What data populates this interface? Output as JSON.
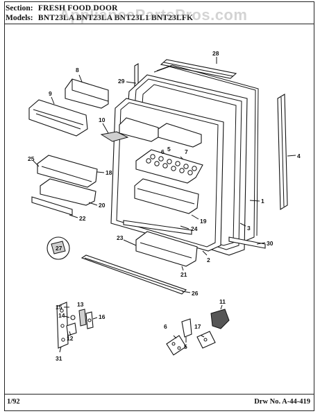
{
  "header": {
    "section_label": "Section:",
    "section_value": "FRESH FOOD DOOR",
    "models_label": "Models:",
    "models_value": "BNT23LA  BNT23LA  BNT23L1  BNT23LFK"
  },
  "watermark": "AppliancePartsPros.com",
  "footer": {
    "date": "1/92",
    "drawing_number": "Drw No. A-44-419"
  },
  "callouts": [
    "28",
    "29",
    "8",
    "9",
    "10",
    "7",
    "6",
    "5",
    "4",
    "25",
    "18",
    "20",
    "22",
    "1",
    "19",
    "24",
    "3",
    "30",
    "23",
    "27",
    "2",
    "21",
    "26",
    "15",
    "14",
    "13",
    "16",
    "12",
    "31",
    "6",
    "5",
    "17",
    "11"
  ]
}
